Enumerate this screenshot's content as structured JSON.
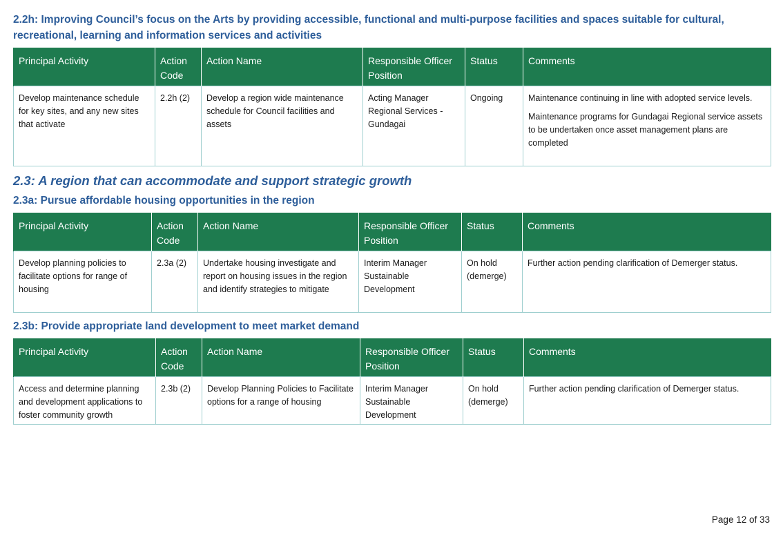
{
  "section_22h": {
    "heading": "2.2h: Improving Council’s focus on the Arts by providing accessible, functional and multi-purpose facilities and spaces suitable for cultural, recreational, learning and information services and activities",
    "columns": [
      "Principal Activity",
      "Action Code",
      "Action Name",
      "Responsible Officer Position",
      "Status",
      "Comments"
    ],
    "row": {
      "activity": "Develop maintenance schedule for key sites, and any new sites that activate",
      "code": "2.2h (2)",
      "name": "Develop a region wide maintenance schedule for Council facilities and assets",
      "officer": "Acting Manager Regional Services - Gundagai",
      "status": "Ongoing",
      "comment1": "Maintenance continuing in line with adopted service levels.",
      "comment2": "Maintenance programs for Gundagai Regional service assets to be undertaken once asset management plans are completed"
    }
  },
  "section_23": {
    "heading": "2.3: A region that can accommodate and support strategic growth"
  },
  "section_23a": {
    "heading": "2.3a: Pursue affordable housing opportunities in the region",
    "columns": [
      "Principal Activity",
      "Action Code",
      "Action Name",
      "Responsible Officer Position",
      "Status",
      "Comments"
    ],
    "row": {
      "activity": "Develop planning policies to facilitate options for range of housing",
      "code": "2.3a (2)",
      "name": "Undertake housing investigate and report on housing issues in the region and identify strategies to mitigate",
      "officer": "Interim Manager Sustainable Development",
      "status": "On hold (demerge)",
      "comment1": "Further action pending clarification of Demerger status."
    }
  },
  "section_23b": {
    "heading": "2.3b: Provide appropriate land development to meet market demand",
    "columns": [
      "Principal Activity",
      "Action Code",
      "Action Name",
      "Responsible Officer Position",
      "Status",
      "Comments"
    ],
    "row": {
      "activity": "Access and determine planning and development applications to foster community growth",
      "code": "2.3b (2)",
      "name": "Develop Planning Policies to Facilitate options for a range of housing",
      "officer": "Interim Manager Sustainable Development",
      "status": "On hold (demerge)",
      "comment1": "Further action pending clarification of Demerger status."
    }
  },
  "footer": {
    "page_label": "Page 12 of 33"
  }
}
